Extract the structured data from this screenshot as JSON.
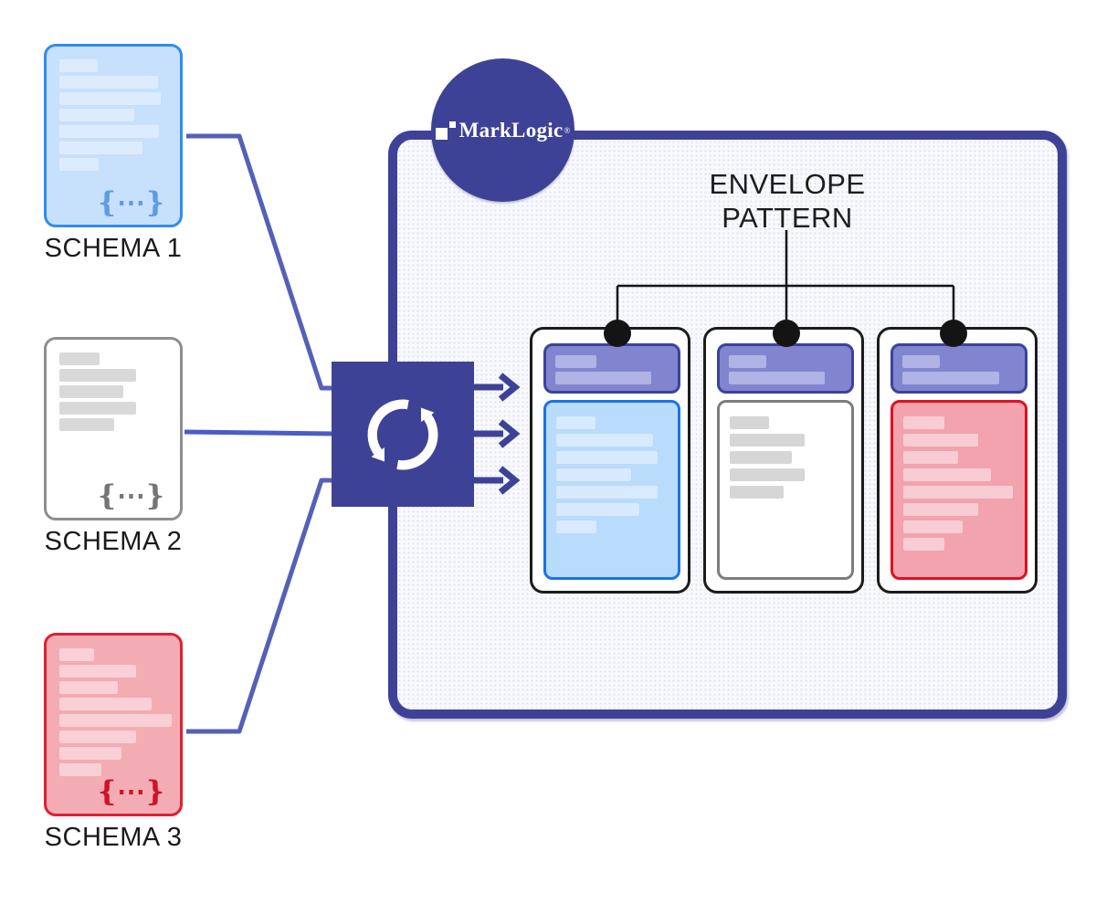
{
  "title": {
    "line1": "ENVELOPE",
    "line2": "PATTERN"
  },
  "logo": {
    "brand": "MarkLogic",
    "reg": "®"
  },
  "colors": {
    "indigo": "#3e4296",
    "container_dot": "#e0e3f0",
    "line_indigo": "#5560b6",
    "line_blue": "#4a5cc6",
    "connector_black": "#141414",
    "header_fill": "#8185cf",
    "header_border": "#3c429b",
    "header_bar": "#b0b3e3"
  },
  "schemas": [
    {
      "label": "SCHEMA 1",
      "brace": "{⋯}",
      "fill": "#c7e0fc",
      "border": "#2e8df2",
      "bar": "#dcecfe",
      "brace_color": "#5e9be6",
      "bars": [
        42,
        108,
        111,
        82,
        109,
        91,
        43
      ]
    },
    {
      "label": "SCHEMA 2",
      "brace": "{⋯}",
      "fill": "#ffffff",
      "border": "#8e8e8e",
      "bar": "#d9d9d9",
      "brace_color": "#757575",
      "bars": [
        44,
        84,
        70,
        84,
        60
      ]
    },
    {
      "label": "SCHEMA 3",
      "brace": "{⋯}",
      "fill": "#f3abb4",
      "border": "#df2032",
      "bar": "#f9d0d6",
      "brace_color": "#d01126",
      "bars": [
        38,
        84,
        64,
        101,
        123,
        84,
        68,
        46
      ]
    }
  ],
  "envelopes": [
    {
      "header_bars": [
        45,
        105
      ],
      "body_fill": "#b9dbfc",
      "body_border": "#1a73e8",
      "bar": "#d8eafd",
      "bars": [
        43,
        106,
        111,
        82,
        111,
        91,
        44
      ]
    },
    {
      "header_bars": [
        41,
        105
      ],
      "body_fill": "#ffffff",
      "body_border": "#7d7d7d",
      "bar": "#d6d6d6",
      "bars": [
        43,
        82,
        68,
        82,
        59
      ]
    },
    {
      "header_bars": [
        41,
        106
      ],
      "body_fill": "#f2a3ad",
      "body_border": "#e0101f",
      "bar": "#f7ccd2",
      "bars": [
        45,
        82,
        60,
        96,
        120,
        82,
        65,
        45
      ]
    }
  ]
}
